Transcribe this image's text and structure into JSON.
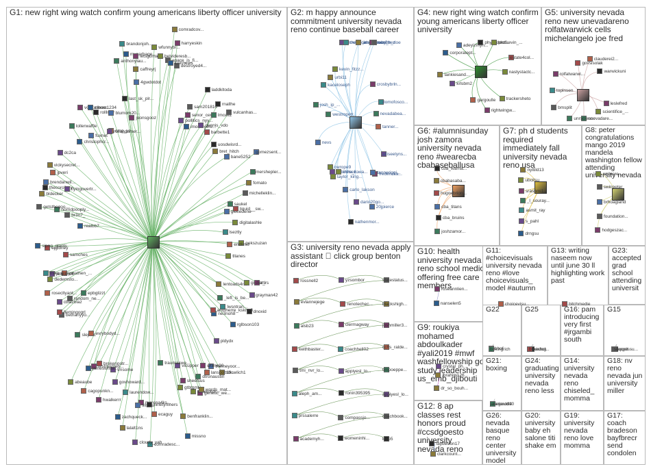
{
  "groups": [
    {
      "id": "G1",
      "title": "G1: new right wing watch confirm young americans liberty officer university",
      "edge_color": "#5fae5f",
      "nodes": [
        "gmsarti",
        "grayman42",
        "dnoxid",
        "lwsntran...",
        "lentoads4r...",
        "_left_is_be...",
        "dict_rs",
        "rglbson103",
        "ne3noh8",
        "anotherre_kskrm3",
        "dtronaustin",
        "pldydx",
        "sbowlich1",
        "genetic_we...",
        "lanscott19...",
        "themeyoor...",
        "alexkotch",
        "words_mat...",
        "wtlme90",
        "gtbtgml",
        "vlcupper",
        "benfranklin...",
        "missno",
        "sheetsus",
        "comradesc...",
        "ecaguy",
        "morena4ks...",
        "traumakwe...",
        "ninetyniners",
        "lalalt1ns",
        "cloudy_yah",
        "sllsfsu",
        "zachqueck...",
        "govhoward...",
        "laurendow...",
        "hwalkerrr",
        "firstmomeb...",
        "tmsome",
        "slejoec",
        "jameswhite...",
        "cagopunkn...",
        "brokennotr...",
        "abeaube",
        "evrybodyd...",
        "bethanyyo...",
        "rosecltyant...",
        "cblazblaz",
        "epbglizzl",
        "flemingogrl",
        "jonathen_...",
        "random_ne...",
        "jaredlholt",
        "ejglbney",
        "mikeup",
        "dedemsto...",
        "realbb7",
        "samches",
        "sipng_glants",
        "horridpooply...",
        "getsthegoo...",
        "thecorollary",
        "br3n7_",
        "bldecker",
        "flyingovertr...",
        "brendanwil...",
        "jpveri",
        "dc2ca",
        "vodkasnow...",
        "vickysecret...",
        "christophcr...",
        "rolllnglr",
        "lollerwaffle",
        "fuxnet",
        "clbom1234",
        "omg_yc",
        "rollandsmer...",
        "blumom20...",
        "anthonylau...",
        "mygarbage...",
        "joonsgooz",
        "brandonjoh...",
        "last_sk_plr...",
        "caffreyrj",
        "4gwdotdot",
        "letsgomath...",
        "belvideresb...",
        "space_is_fi...",
        "destroyed4...",
        "wfunnybr...",
        "pollltics_nyy...",
        "harryeskin",
        "comradcov...",
        "icnnnews",
        "imontoyere...",
        "laddkltoda",
        "sam201810",
        "senor_cert...",
        "rnallhe",
        "barbette1",
        "dennis_vdo",
        "lmcell2",
        "uosdwisrd...",
        "bret_hitch",
        "vulcanhas...",
        "gomezsent...",
        "bane5252",
        "mershepler...",
        "fomato",
        "glocedene",
        "michelleklin...",
        "liquid__sw...",
        "saukel",
        "lseztly",
        "digitalashle",
        "pekszuzan",
        "tllanes",
        "endlime"
      ]
    },
    {
      "id": "G2",
      "title": "G2: m happy announce commitment university nevada reno continue baseball career",
      "edge_color": "#8fc4e6",
      "nodes": [
        "tanner...",
        "alliseelyns...",
        "fredericka...",
        "tanneriggi...",
        "20jpierce",
        "dario20go...",
        "nathenmor...",
        "carlo_lakson",
        "acbirdwell...",
        "chris_rowa...",
        "taylor_king...",
        "cwrope9",
        "nevs",
        "westropetr...",
        "josh_ip_...",
        "kaceloseph",
        "urbi11",
        "kevin_fitzz...",
        "ldow_8",
        "the_noah_...",
        "ussasteven...",
        "jimmy_mac2",
        "baby_h_doe",
        "zachtrez",
        "crosbybrln...",
        "domofosco...",
        "nevadabea..."
      ]
    },
    {
      "id": "G3",
      "title": "G3: university reno nevada apply assistant ⃣ click group benton director",
      "edge_color": "#7aa06a",
      "nodes": [
        "rossnell2",
        "yzsombor",
        "statestatus...",
        "evlannejege",
        "renotechec...",
        "blackshigh...",
        "alsb23",
        "clermagway",
        "joshmiller3...",
        "keithbaster...",
        "coachhell02",
        "cchs_ralde...",
        "tmi_nvr_lo...",
        "appiyesl_lo...",
        "timpoeppe...",
        "aleph_am...",
        "ronin395395",
        "appiyesl_lo...",
        "prssalerre",
        "compassjo...",
        "coachbook...",
        "academyh...",
        "womeninhi...",
        "kolo5"
      ]
    },
    {
      "id": "G4",
      "title": "G4: new right wing watch confirm young americans liberty officer university",
      "edge_color": "#2f8f2f",
      "nodes": [
        "nastystactc...",
        "trackersheto",
        "rightwingw...",
        "gargoulle",
        "krlsbm2",
        "tankiesand...",
        "corporatept...",
        "adeyizmyn...",
        "physeddot...",
        "profkevin_...",
        "estate4col..."
      ]
    },
    {
      "id": "G5",
      "title": "G5: university nevada reno new unevadareno rolfatwarwick cells michelangelo joe fred",
      "edge_color": "#c9a0a0",
      "nodes": [
        "leslefred",
        "scientifice_...",
        "unevadare...",
        "unrscience",
        "bmsplit",
        "toplnsen",
        "rolfatwarwi...",
        "govsisolak",
        "clauderei2...",
        "warwickuni"
      ]
    },
    {
      "id": "G6",
      "title": "G6: #alumnisunday josh zamora university nevada reno #wearecba cbabaseballusa",
      "edge_color": "#f0a060",
      "nodes": [
        "cba_warha...",
        "cbabasaba...",
        "hugoebrion...",
        "cba_titans",
        "cba_bruins",
        "joshzamor..."
      ]
    },
    {
      "id": "G7",
      "title": "G7: ph d students required immediately fall university nevada reno usa",
      "edge_color": "#e0c040",
      "nodes": [
        "nyttild13",
        "ubcitsu",
        "srashmi1",
        "_l_souray...",
        "asmit_ray",
        "s_pahl",
        "drngsu"
      ]
    },
    {
      "id": "G8",
      "title": "G8: peter congratulations mango 2019 mandela washington fellow attending university nevada",
      "edge_color": "#d0d070",
      "nodes": [
        "amlosre...",
        "swinpeter",
        "brhoagland",
        "foundation...",
        "hodgeszac..."
      ]
    },
    {
      "id": "G9",
      "title": "G9: roukiya mohamed abdoulkader #yali2019 #mwf washfellowship going study leadership us_emb_djibouti",
      "edge_color": "#c060c0",
      "nodes": [
        "crystal_ph...",
        "lbrahim126...",
        "dr_so_bouh..."
      ]
    },
    {
      "id": "G10",
      "title": "G10: health university nevada reno school medicine offering free care members",
      "edge_color": "#a0a0d0",
      "nodes": [
        "roseannlien...",
        "nanselen5"
      ]
    },
    {
      "id": "G11",
      "title": "G11: #choicevisuals university nevada reno #love choicevisuals_ model #autumn",
      "edge_color": "#a080c0",
      "nodes": [
        "choicevisu..."
      ]
    },
    {
      "id": "G12",
      "title": "G12: 8 ap classes rest honors proud #ccsdgoesto university nevada reno",
      "edge_color": "#6080c0",
      "nodes": [
        "fayberron17",
        "clarkcount..."
      ]
    },
    {
      "id": "G13",
      "title": "G13: writing naseem now until june 30 ll highlighting work past",
      "edge_color": "#b0b0b0",
      "nodes": [
        "bitchmedie"
      ]
    },
    {
      "id": "G14",
      "title": "G14: university nevada reno chiseled_ momma",
      "edge_color": "#b0b0b0",
      "nodes": []
    },
    {
      "id": "G15",
      "title": "G15",
      "edge_color": "#b0b0b0",
      "nodes": [
        "tcappossu...",
        "scoopit"
      ]
    },
    {
      "id": "G16",
      "title": "G16: pam introducing very first #jrgambi south",
      "edge_color": "#b0b0b0",
      "nodes": []
    },
    {
      "id": "G17",
      "title": "G17: coach bradeson bayfbrecr send condolen",
      "edge_color": "#b0b0b0",
      "nodes": []
    },
    {
      "id": "G18",
      "title": "G18: nv reno nevada jun university miller",
      "edge_color": "#b0b0b0",
      "nodes": []
    },
    {
      "id": "G19",
      "title": "G19: university nevada reno love momma",
      "edge_color": "#b0b0b0",
      "nodes": []
    },
    {
      "id": "G20",
      "title": "G20: university baby eh salone titi shake em",
      "edge_color": "#b0b0b0",
      "nodes": []
    },
    {
      "id": "G21",
      "title": "G21: boxing",
      "edge_color": "#b0b0b0",
      "nodes": [
        "jmariano94",
        "jakegould10"
      ]
    },
    {
      "id": "G22",
      "title": "G22",
      "edge_color": "#b0b0b0",
      "nodes": [
        "nvbhof",
        "boxingrich"
      ]
    },
    {
      "id": "G23",
      "title": "G23: accepted grad school attending universit",
      "edge_color": "#b0b0b0",
      "nodes": []
    },
    {
      "id": "G24",
      "title": "G24: graduating university nevada reno less",
      "edge_color": "#b0b0b0",
      "nodes": []
    },
    {
      "id": "G25",
      "title": "G25",
      "edge_color": "#b0b0b0",
      "nodes": [
        "trevishol...",
        "brewdog"
      ]
    },
    {
      "id": "G26",
      "title": "G26: nevada basque reno center university model",
      "edge_color": "#b0b0b0",
      "nodes": []
    }
  ]
}
